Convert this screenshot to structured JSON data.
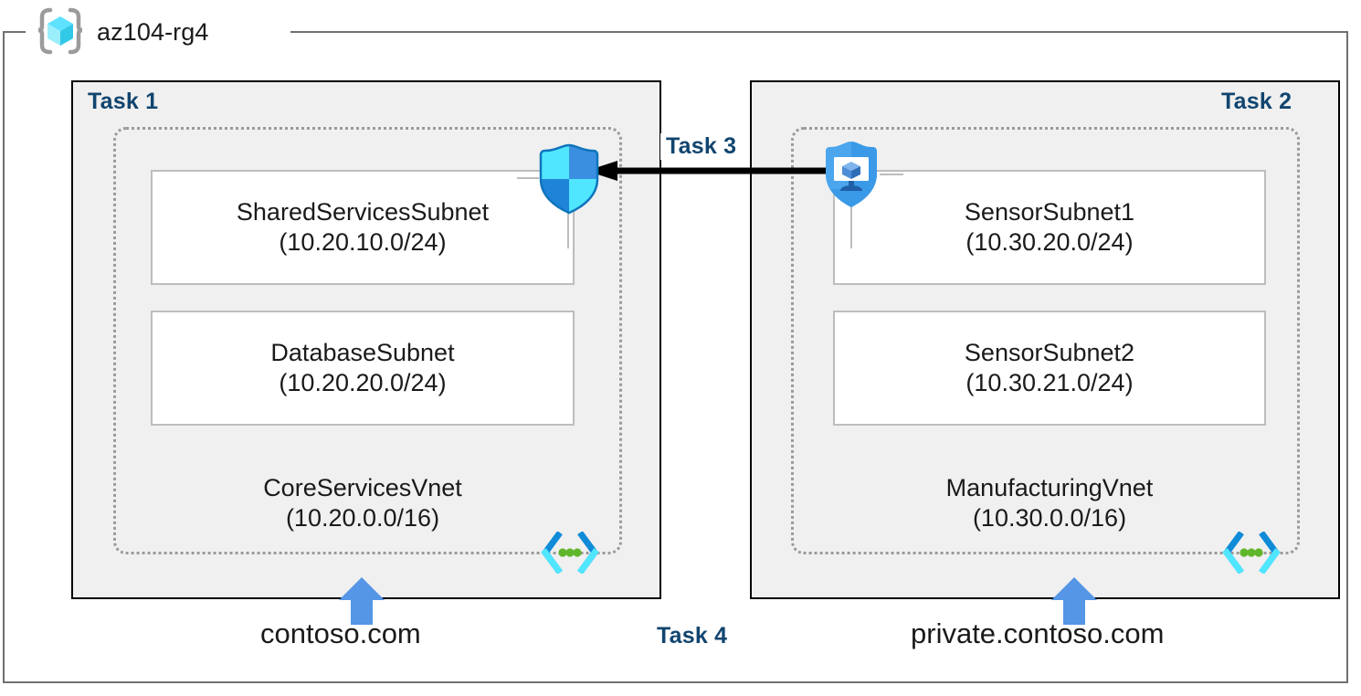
{
  "resource_group": {
    "name": "az104-rg4",
    "icon": "resource-group-cube-icon"
  },
  "panels": [
    {
      "task_label": "Task 1",
      "vnet": {
        "name": "CoreServicesVnet",
        "cidr": "(10.20.0.0/16)",
        "icon": "virtual-network-icon"
      },
      "subnets": [
        {
          "name": "SharedServicesSubnet",
          "cidr": "(10.20.10.0/24)"
        },
        {
          "name": "DatabaseSubnet",
          "cidr": "(10.20.20.0/24)"
        }
      ],
      "security_icon": "network-security-group-shield-icon",
      "dns": {
        "label": "contoso.com",
        "arrow": "up-arrow-icon"
      }
    },
    {
      "task_label": "Task 2",
      "vnet": {
        "name": "ManufacturingVnet",
        "cidr": "(10.30.0.0/16)",
        "icon": "virtual-network-icon"
      },
      "subnets": [
        {
          "name": "SensorSubnet1",
          "cidr": "(10.30.20.0/24)"
        },
        {
          "name": "SensorSubnet2",
          "cidr": "(10.30.21.0/24)"
        }
      ],
      "security_icon": "private-link-shield-monitor-icon",
      "dns": {
        "label": "private.contoso.com",
        "arrow": "up-arrow-icon"
      }
    }
  ],
  "connections": {
    "peering": {
      "label": "Task 3",
      "direction": "right-to-left",
      "arrow": "left-arrow-icon"
    },
    "dns_task": {
      "label": "Task 4"
    }
  },
  "colors": {
    "task_label": "#11456f",
    "panel_fill": "#f0f0f0",
    "panel_border": "#000000",
    "vnet_border": "#9a9a9a",
    "subnet_border": "#bdbdbd",
    "frame_border": "#707070",
    "arrow_blue": "#5596e6",
    "shield_cyan": "#50e6ff",
    "shield_blue": "#0078d4",
    "vnet_icon_green": "#5fb62b",
    "text": "#1a1a1a"
  }
}
